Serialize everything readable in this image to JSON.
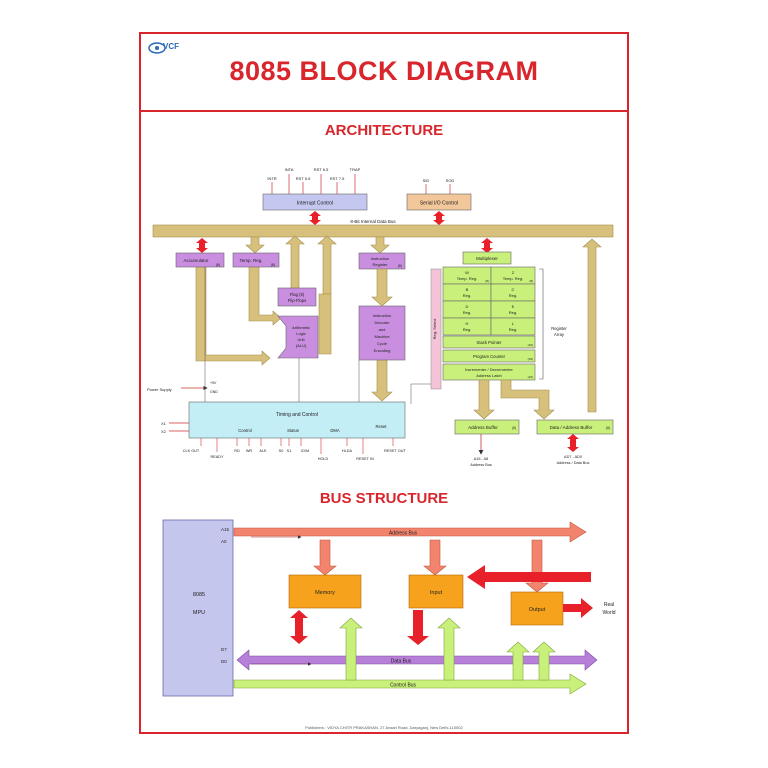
{
  "poster": {
    "logo_text": "VCF",
    "title": "8085 BLOCK DIAGRAM",
    "arch_heading": "ARCHITECTURE",
    "bus_heading": "BUS STRUCTURE",
    "footer": "Publishers : VIDYA CHITR PRAKASHAN, 27 Ansari Road, Daryaganj, New Delhi-110002"
  },
  "architecture": {
    "int_signals": [
      "INTR",
      "INTA",
      "RST 5.5",
      "RST 6.5",
      "RST 7.5",
      "TRAP"
    ],
    "interrupt_control": "Interrupt  Control",
    "serial_signals": [
      "SID",
      "SOD"
    ],
    "serial_control": "Serial I/O Control",
    "internal_bus": "8-Bit Internal Data Bus",
    "accumulator": "Accumulator",
    "accumulator_bits": "(8)",
    "temp_reg": "Temp. Reg.",
    "temp_reg_bits": "(8)",
    "flag_line1": "Flag (5)",
    "flag_line2": "Flip-Flops",
    "alu_lines": [
      "Arithmetic",
      "Logic",
      "Unit",
      "(ALU)"
    ],
    "instr_reg_line1": "Instruction",
    "instr_reg_line2": "Register",
    "instr_reg_bits": "(8)",
    "decoder_lines": [
      "Instruction",
      "Decoder",
      "and",
      "Machine",
      "Cycle",
      "Encoding"
    ],
    "multiplexer": "Multiplexer",
    "reg_select": "Reg. Select",
    "registers": [
      [
        "W",
        "Temp. Reg."
      ],
      [
        "Z",
        "Temp. Reg."
      ],
      [
        "B",
        "Reg."
      ],
      [
        "C",
        "Reg."
      ],
      [
        "D",
        "Reg."
      ],
      [
        "E",
        "Reg."
      ],
      [
        "H",
        "Reg."
      ],
      [
        "L",
        "Reg."
      ]
    ],
    "reg_bits": "(8)",
    "stack_pointer": "Stack Pointer",
    "program_counter": "Program Counter",
    "inc_dec_line1": "Incrementer / Decrementer",
    "inc_dec_line2": "Address Latch",
    "wide_bits": "(16)",
    "register_array_line1": "Register",
    "register_array_line2": "Array",
    "power_supply": "Power Supply",
    "power_plus": "+5V",
    "power_gnd": "GND",
    "timing_control": "Timing and Control",
    "timing_groups": [
      "Control",
      "Status",
      "DMA",
      "Reset"
    ],
    "x_pins": [
      "X1",
      "X2"
    ],
    "bottom_signals": [
      "CLK OUT",
      "READY",
      "RD",
      "WR",
      "ALE",
      "S0",
      "S1",
      "IO/M",
      "HOLD",
      "HLDA",
      "RESET IN",
      "RESET OUT"
    ],
    "addr_buffer": "Address Buffer",
    "addr_buffer_bits": "(8)",
    "data_addr_buffer": "Data / Address Buffer",
    "data_addr_buffer_bits": "(8)",
    "addr_bus_line1": "A15 - A8",
    "addr_bus_line2": "Address Bus",
    "ad_bus_line1": "AD7 - AD0",
    "ad_bus_line2": "Address / Data Bus"
  },
  "bus_structure": {
    "mpu_line1": "8085",
    "mpu_line2": "MPU",
    "pin_a15": "A15",
    "pin_a0": "A0",
    "pin_d7": "D7",
    "pin_d0": "D0",
    "address_bus": "Address Bus",
    "data_bus": "Data Bus",
    "control_bus": "Control Bus",
    "memory": "Memory",
    "input": "Input",
    "output": "Output",
    "real_world_line1": "Real",
    "real_world_line2": "World"
  },
  "colors": {
    "title_red": "#d8262c",
    "bus_tan": "#d7c07c",
    "purple_block": "#c98ee0",
    "lavender_block": "#c4c8f0",
    "peach_block": "#f2c79a",
    "green_block": "#c9f07a",
    "cyan_block": "#c4eef5",
    "orange_block": "#f7a21c",
    "salmon_bus": "#f2846e",
    "violet_bus": "#b77fd8",
    "lime_bus": "#c9f07a",
    "mpu_block": "#c5c6ee",
    "arrow_red": "#e8202a"
  }
}
